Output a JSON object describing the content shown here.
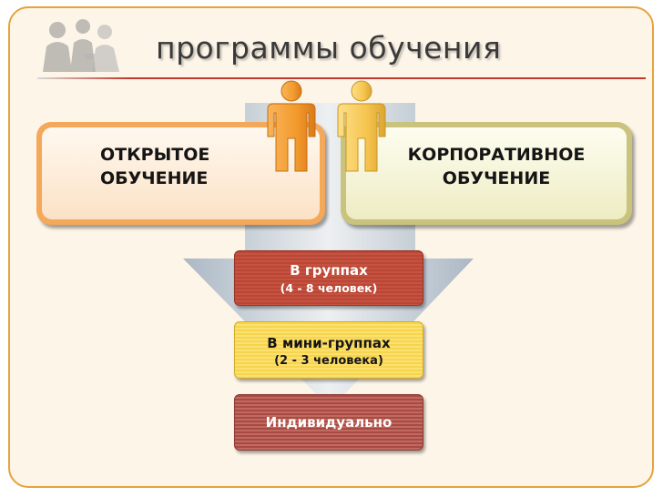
{
  "title": "программы обучения",
  "cards": {
    "open": {
      "line1": "ОТКРЫТОЕ",
      "line2": "ОБУЧЕНИЕ"
    },
    "corporate": {
      "line1": "КОРПОРАТИВНОЕ",
      "line2": "ОБУЧЕНИЕ"
    }
  },
  "formats": [
    {
      "label": "В группах",
      "detail": "(4 - 8 человек)"
    },
    {
      "label": "В мини-группах",
      "detail": "(2 - 3 человека)"
    },
    {
      "label": "Индивидуально",
      "detail": ""
    }
  ],
  "colors": {
    "frame": "#e6a23c",
    "title_rule": "#c0392b",
    "person_left": "#f39a2e",
    "person_right": "#f6c54f",
    "bar_groups": "#c0503d",
    "bar_mini": "#f8da5c",
    "bar_individual": "#b45850"
  },
  "icons": [
    "people-silhouette-logo-icon",
    "person-figure-icon"
  ]
}
